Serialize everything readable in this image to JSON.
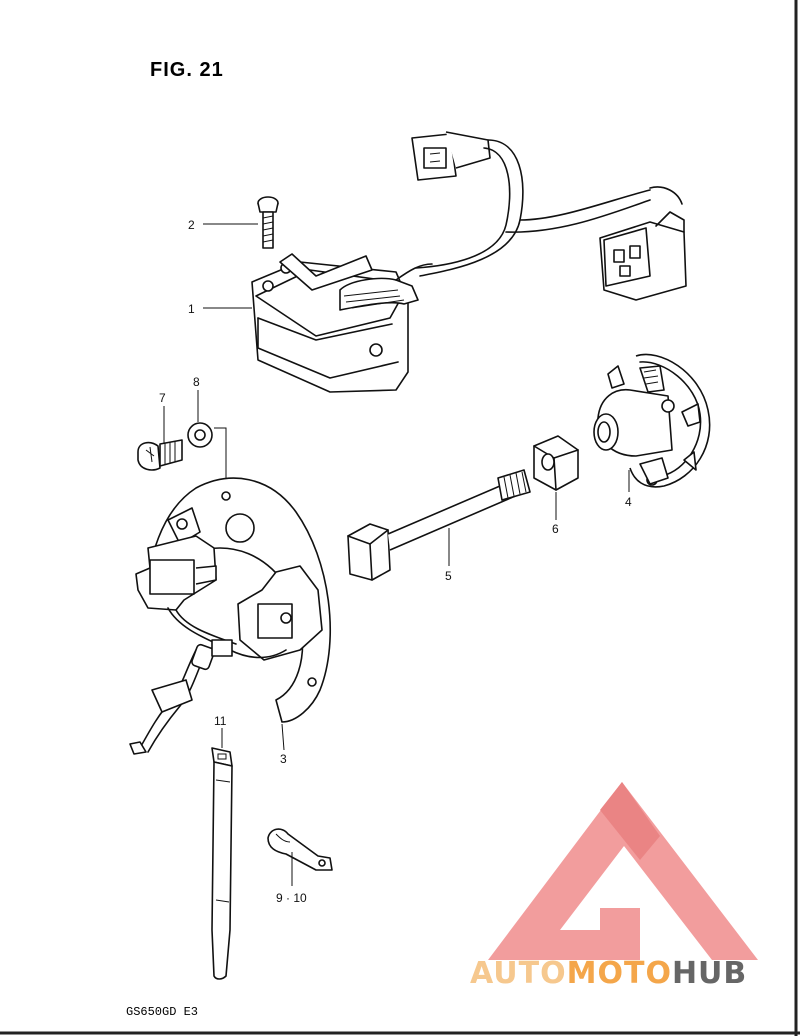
{
  "figure_title": "FIG. 21",
  "model_code": "GS650GD E3",
  "callouts": {
    "c1": "1",
    "c2": "2",
    "c3": "3",
    "c4": "4",
    "c5": "5",
    "c6": "6",
    "c7": "7",
    "c8": "8",
    "c9_10": "9 · 10",
    "c11": "11"
  },
  "watermark": {
    "word_a": "AUTO",
    "word_b": "MOTO",
    "word_c": "HUB",
    "color_light": "#f6c88e",
    "color_accent": "#f4a64a",
    "color_dark": "#666666",
    "logo_color": "#f08c8c"
  }
}
